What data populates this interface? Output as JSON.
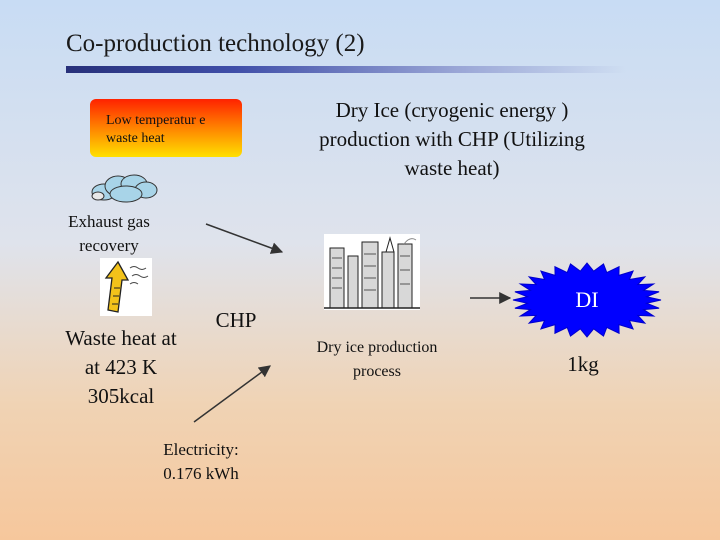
{
  "slide": {
    "title": "Co-production technology (2)",
    "heat_box": {
      "line1": "Low temperatur e",
      "line2": "waste heat"
    },
    "heading": {
      "line1": "Dry Ice (cryogenic energy )",
      "line2": "production with CHP (Utilizing",
      "line3": "waste heat)"
    },
    "exhaust": {
      "line1": "Exhaust gas",
      "line2": "recovery"
    },
    "waste_heat": {
      "line1": "Waste heat at",
      "line2": "at 423 K",
      "line3": "305kcal"
    },
    "chp": "CHP",
    "electricity": {
      "line1": "Electricity:",
      "line2": "0.176 kWh"
    },
    "process": {
      "line1": "Dry ice production",
      "line2": "process"
    },
    "di": "DI",
    "amount": "1kg"
  },
  "icons": [
    "cloud-icon",
    "thermometer-icon",
    "factory-icon",
    "starburst-icon"
  ],
  "colors": {
    "title_bar": "#27307a",
    "burst": "#0000ff",
    "burst_text": "#ffffff",
    "heat_top": "#ff2200",
    "heat_bottom": "#ffe000"
  }
}
